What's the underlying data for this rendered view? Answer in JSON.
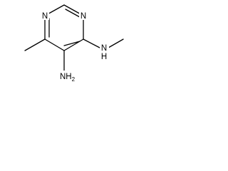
{
  "molecule": {
    "atoms": {
      "n1": "N",
      "n3": "N",
      "nh_methylamino": "N",
      "h_methylamino": "H",
      "nh2_amino": "NH",
      "nh2_subscript": "2"
    }
  }
}
